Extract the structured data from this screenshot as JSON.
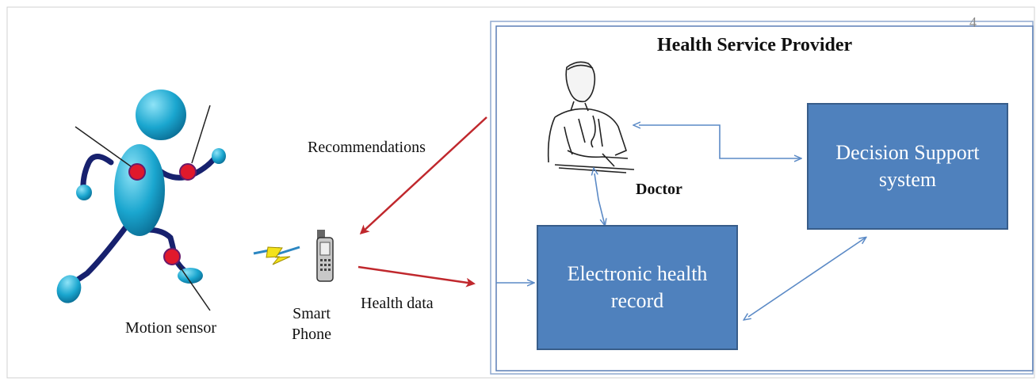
{
  "provider": {
    "title": "Health Service Provider",
    "page_number": "4"
  },
  "labels": {
    "recommendations": "Recommendations",
    "motion_sensor": "Motion sensor",
    "smart_phone": "Smart Phone",
    "health_data": "Health data",
    "doctor": "Doctor"
  },
  "boxes": {
    "decision_support": "Decision Support system",
    "ehr": "Electronic health record"
  },
  "colors": {
    "box_fill": "#4f81bd",
    "box_border": "#385d8a",
    "red_arrow": "#c0282d",
    "blue_arrow": "#5b8ac6",
    "figure": "#1aa6cf"
  },
  "icons": [
    "stick-figure-icon",
    "sensor-dot-icon",
    "lightning-icon",
    "smartphone-icon",
    "doctor-icon"
  ]
}
